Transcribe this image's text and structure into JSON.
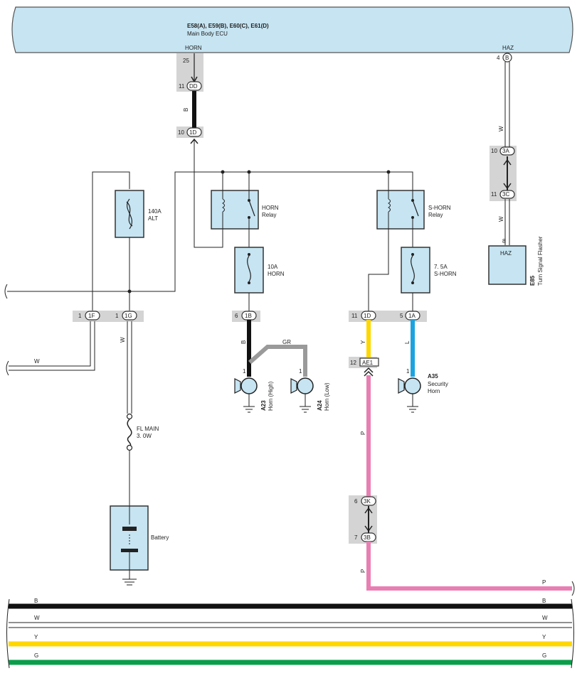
{
  "ecu": {
    "codes": "E58(A), E59(B), E60(C), E61(D)",
    "name": "Main Body ECU",
    "horn_label": "HORN",
    "haz_label": "HAZ",
    "horn_pin": "25",
    "haz_pin": "4",
    "haz_conn": "B"
  },
  "conn_dd": {
    "pin": "11",
    "conn": "DD"
  },
  "conn_1d_top": {
    "pin": "10",
    "conn": "1D"
  },
  "wire_b_vertical": "B",
  "turn_flasher": {
    "code": "E85",
    "name": "Turn Signal Flasher",
    "label": "HAZ",
    "pin": "8",
    "wire_upper": "W",
    "wire_lower": "W",
    "conn_3a": {
      "pin": "10",
      "conn": "3A"
    },
    "conn_3c": {
      "pin": "11",
      "conn": "3C"
    }
  },
  "fuse_alt": {
    "rating": "140A",
    "name": "ALT"
  },
  "horn_relay": {
    "name": "HORN",
    "sub": "Relay"
  },
  "shorn_relay": {
    "name": "S-HORN",
    "sub": "Relay"
  },
  "fuse_horn": {
    "rating": "10A",
    "name": "HORN"
  },
  "fuse_shorn": {
    "rating": "7. 5A",
    "name": "S-HORN"
  },
  "conn_1f": {
    "pin": "1",
    "conn": "1F"
  },
  "conn_1g": {
    "pin": "1",
    "conn": "1G"
  },
  "conn_1b": {
    "pin": "6",
    "conn": "1B"
  },
  "conn_1d": {
    "pin": "11",
    "conn": "1D"
  },
  "conn_1a": {
    "pin": "5",
    "conn": "1A"
  },
  "conn_ae1": {
    "pin": "12",
    "conn": "AE1"
  },
  "conn_3k": {
    "pin": "6",
    "conn": "3K"
  },
  "conn_3b": {
    "pin": "7",
    "conn": "3B"
  },
  "wires": {
    "w_left": "W",
    "w_1g": "W",
    "b_horn": "B",
    "gr": "GR",
    "y": "Y",
    "l": "L",
    "p_upper": "P",
    "p_lower": "P",
    "p_right": "P"
  },
  "horn_high": {
    "code": "A23",
    "name": "Horn (High)",
    "pin": "1"
  },
  "horn_low": {
    "code": "A24",
    "name": "Horn (Low)",
    "pin": "1"
  },
  "security_horn": {
    "code": "A35",
    "name": "Security",
    "name2": "Horn",
    "pin": "1"
  },
  "fl_main": {
    "name": "FL MAIN",
    "rating": "3. 0W"
  },
  "battery": {
    "name": "Battery"
  },
  "legend": [
    {
      "code": "B",
      "color": "#111111"
    },
    {
      "code": "W",
      "color": "#ffffff"
    },
    {
      "code": "Y",
      "color": "#ffd700"
    },
    {
      "code": "G",
      "color": "#0a9e4a"
    }
  ],
  "colors": {
    "ecu_fill": "#c6e4f2",
    "conn_fill": "#d4d4d4",
    "black": "#111111",
    "gray": "#9a9a9a",
    "yellow": "#ffd700",
    "blue": "#1ba3e0",
    "pink": "#e87fb3",
    "green": "#0a9e4a"
  }
}
